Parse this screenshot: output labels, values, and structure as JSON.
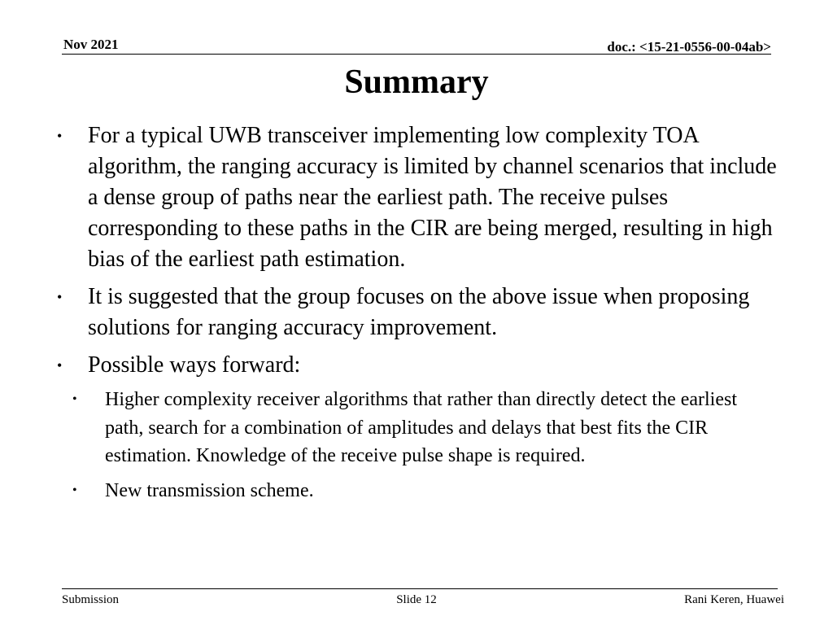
{
  "header": {
    "date": "Nov 2021",
    "doc": "doc.: <15-21-0556-00-04ab>"
  },
  "title": "Summary",
  "bullets": [
    {
      "marker": "•",
      "text": "For a typical UWB transceiver implementing low complexity TOA algorithm, the ranging accuracy is limited by channel scenarios that include a dense group of paths near the earliest path. The receive pulses corresponding to these paths in the CIR are being merged, resulting in high bias of the earliest path estimation."
    },
    {
      "marker": "•",
      "text": "It is suggested that the group focuses on the above issue when proposing solutions for ranging accuracy improvement."
    },
    {
      "marker": "•",
      "text": "Possible ways forward:"
    }
  ],
  "subbullets": [
    {
      "marker": "•",
      "text": "Higher complexity receiver algorithms that rather than directly detect the earliest path, search for a combination of amplitudes and delays that best fits the CIR estimation. Knowledge of the receive pulse shape is required."
    },
    {
      "marker": "•",
      "text": "New transmission scheme."
    }
  ],
  "footer": {
    "left": "Submission",
    "center": "Slide 12",
    "right": "Rani Keren, Huawei"
  }
}
